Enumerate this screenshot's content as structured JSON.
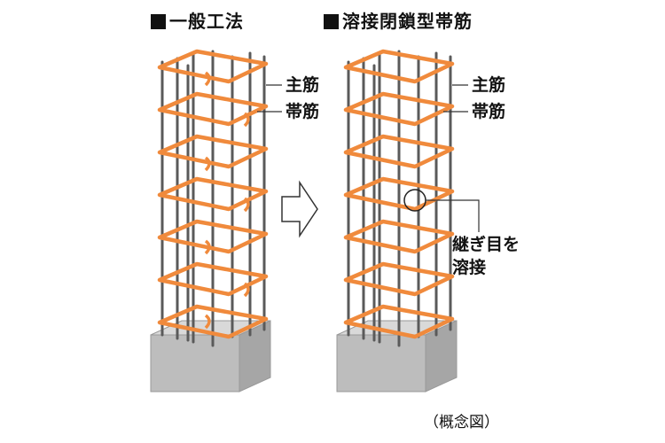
{
  "headings": {
    "left": "一般工法",
    "right": "溶接閉鎖型帯筋"
  },
  "labels": {
    "left_main_bar": "主筋",
    "left_hoop": "帯筋",
    "right_main_bar": "主筋",
    "right_hoop": "帯筋",
    "weld_note_line1": "継ぎ目を",
    "weld_note_line2": "溶接"
  },
  "caption": "（概念図）",
  "icons": {
    "arrow": "right-arrow-outline-icon"
  },
  "colors": {
    "hoop": "#f08a3c",
    "rebar": "#5a5a5a",
    "concrete_top": "#d9d9d9",
    "concrete_front": "#bdbdbd",
    "concrete_side": "#a6a6a6"
  }
}
